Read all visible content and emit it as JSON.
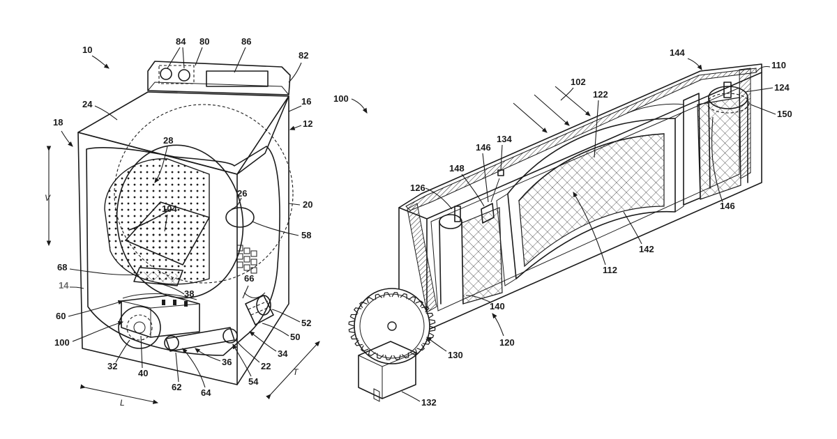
{
  "figure_left": {
    "refs": [
      "10",
      "84",
      "80",
      "86",
      "82",
      "16",
      "12",
      "24",
      "18",
      "28",
      "26",
      "20",
      "104",
      "58",
      "68",
      "38",
      "66",
      "14",
      "60",
      "52",
      "100",
      "50",
      "34",
      "32",
      "40",
      "36",
      "22",
      "62",
      "64",
      "54"
    ],
    "axes": {
      "vertical": "V",
      "lateral": "L",
      "transverse": "T"
    }
  },
  "figure_right": {
    "refs": [
      "100",
      "102",
      "122",
      "144",
      "110",
      "124",
      "150",
      "146",
      "134",
      "148",
      "126",
      "112",
      "142",
      "146",
      "140",
      "120",
      "130",
      "132"
    ]
  }
}
